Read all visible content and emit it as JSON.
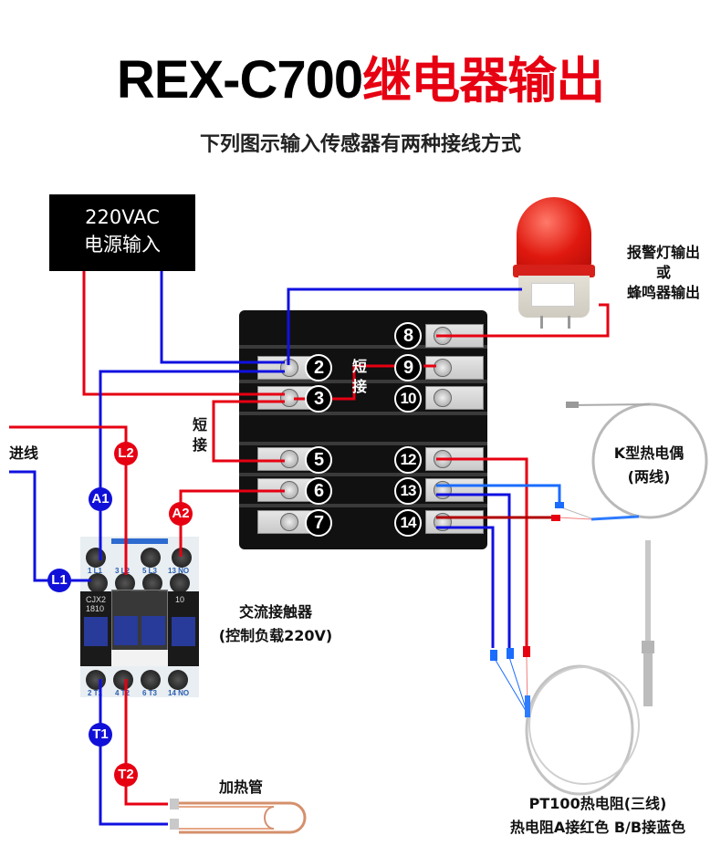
{
  "title": {
    "model": "REX-C700",
    "suffix": "继电器输出"
  },
  "subtitle": "下列图示输入传感器有两种接线方式",
  "power_source": {
    "line1": "220VAC",
    "line2": "电源输入"
  },
  "alarm": {
    "line1": "报警灯输出",
    "line2": "或",
    "line3": "蜂鸣器输出"
  },
  "controller": {
    "terminals_left": [
      "2",
      "3",
      "5",
      "6",
      "7"
    ],
    "terminals_right": [
      "8",
      "9",
      "10",
      "12",
      "13",
      "14"
    ],
    "short_label_top": [
      "短",
      "接"
    ],
    "short_label_left": [
      "短",
      "接"
    ]
  },
  "incoming_label": "进线",
  "contactor": {
    "label_line1": "交流接触器",
    "label_line2": "(控制负载220V)",
    "top_terminals": [
      "1 L1",
      "3 L2",
      "5 L3",
      "13 NO"
    ],
    "bottom_terminals": [
      "2 T1",
      "4 T2",
      "6 T3",
      "14 NO"
    ],
    "model_text": [
      "CJX2",
      "1810"
    ],
    "aux_text": "10"
  },
  "badges": {
    "L1": "L1",
    "L2": "L2",
    "A1": "A1",
    "A2": "A2",
    "T1": "T1",
    "T2": "T2"
  },
  "heater_label": "加热管",
  "thermocouple": {
    "line1": "K型热电偶",
    "line2": "(两线)"
  },
  "rtd": {
    "line1": "PT100热电阻(三线)",
    "line2": "热电阻A接红色  B/B接蓝色"
  },
  "colors": {
    "live_red": "#e60012",
    "neutral_blue": "#1010e0",
    "light_blue": "#1a6cff",
    "dark_red": "#b00000",
    "title_red": "#e60012"
  }
}
